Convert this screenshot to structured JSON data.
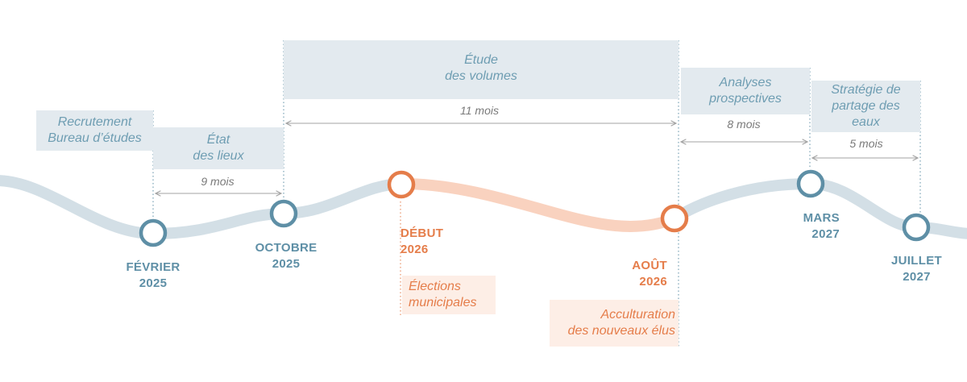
{
  "colors": {
    "blue": "#5e8fa6",
    "blue_box": "#e3eaef",
    "wave_blue": "#d3dfe6",
    "orange": "#e57d4a",
    "orange_box": "#fdeee6",
    "wave_orange": "#f9d2bf",
    "arrow": "#a3a3a3"
  },
  "milestones": [
    {
      "id": "fevrier-2025",
      "label": "FÉVRIER\n2025",
      "color": "blue"
    },
    {
      "id": "octobre-2025",
      "label": "OCTOBRE\n2025",
      "color": "blue"
    },
    {
      "id": "debut-2026",
      "label": "DÉBUT\n2026",
      "color": "orange"
    },
    {
      "id": "aout-2026",
      "label": "AOÛT\n2026",
      "color": "orange"
    },
    {
      "id": "mars-2027",
      "label": "MARS\n2027",
      "color": "blue"
    },
    {
      "id": "juillet-2027",
      "label": "JUILLET\n2027",
      "color": "blue"
    }
  ],
  "phases": [
    {
      "id": "recrutement",
      "label": "Recrutement\nBureau d’études"
    },
    {
      "id": "etat-des-lieux",
      "label": "État\ndes lieux"
    },
    {
      "id": "etude-volumes",
      "label": "Étude\ndes volumes"
    },
    {
      "id": "analyses",
      "label": "Analyses\nprospectives"
    },
    {
      "id": "strategie",
      "label": "Stratégie de\npartage des\neaux"
    }
  ],
  "durations": [
    {
      "id": "9-mois",
      "label": "9 mois"
    },
    {
      "id": "11-mois",
      "label": "11 mois"
    },
    {
      "id": "8-mois",
      "label": "8 mois"
    },
    {
      "id": "5-mois",
      "label": "5 mois"
    }
  ],
  "events": [
    {
      "id": "elections",
      "label": "Élections\nmunicipales"
    },
    {
      "id": "acculturation",
      "label": "Acculturation\ndes nouveaux élus"
    }
  ]
}
